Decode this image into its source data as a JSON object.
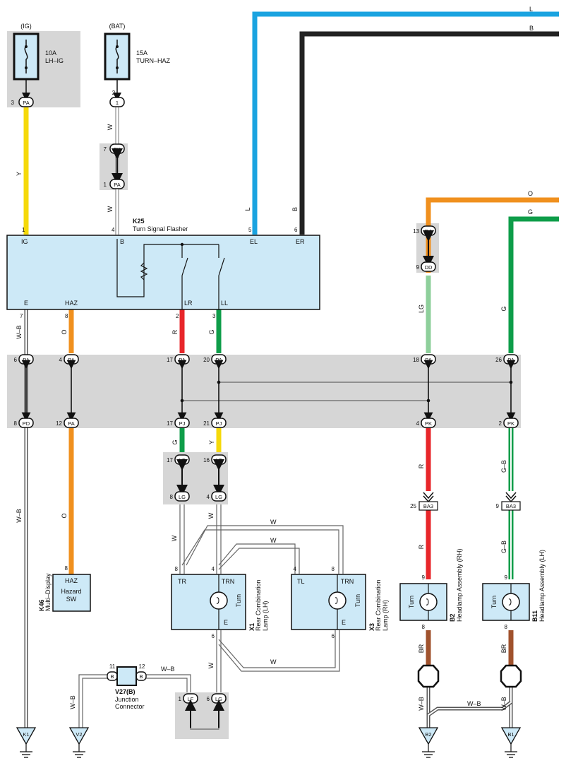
{
  "fuses": [
    {
      "id": "ig",
      "circuit": "(IG)",
      "rating": "10A",
      "name": "LH–IG",
      "pin": "3",
      "conn": "PA"
    },
    {
      "id": "bat",
      "circuit": "(BAT)",
      "rating": "15A",
      "name": "TURN–HAZ",
      "pin": "2",
      "conn": "1"
    }
  ],
  "junction_pk_pa": {
    "top_pin": "7",
    "top": "PK",
    "bot_pin": "1",
    "bot": "PA"
  },
  "flasher": {
    "code": "K25",
    "name": "Turn Signal Flasher",
    "top_pins": [
      {
        "num": "1",
        "term": "IG"
      },
      {
        "num": "4",
        "term": "B"
      },
      {
        "num": "5",
        "term": "EL"
      },
      {
        "num": "6",
        "term": "ER"
      }
    ],
    "bot_pins": [
      {
        "num": "7",
        "term": "E"
      },
      {
        "num": "8",
        "term": "HAZ"
      },
      {
        "num": "2",
        "term": "LR"
      },
      {
        "num": "3",
        "term": "LL"
      }
    ]
  },
  "wire_colors": {
    "y": "Y",
    "w": "W",
    "l": "L",
    "b": "B",
    "o": "O",
    "g": "G",
    "r": "R",
    "lg": "LG",
    "wb": "W–B",
    "br": "BR",
    "gb": "G–B"
  },
  "right_wires": {
    "l": "L",
    "b": "B",
    "o": "O",
    "g": "G"
  },
  "junction_da_dd": {
    "top_pin": "13",
    "top": "DA",
    "bot_pin": "9",
    "bot": "DD"
  },
  "band_top": [
    {
      "pin": "6",
      "conn": "PA"
    },
    {
      "pin": "4",
      "conn": "PA"
    },
    {
      "pin": "17",
      "conn": "PA"
    },
    {
      "pin": "20",
      "conn": "PA"
    },
    {
      "pin": "18",
      "conn": "PA"
    },
    {
      "pin": "26",
      "conn": "PA"
    }
  ],
  "band_bot": [
    {
      "pin": "8",
      "conn": "PD"
    },
    {
      "pin": "12",
      "conn": "PA"
    },
    {
      "pin": "17",
      "conn": "PJ"
    },
    {
      "pin": "21",
      "conn": "PJ"
    },
    {
      "pin": "4",
      "conn": "PK"
    },
    {
      "pin": "2",
      "conn": "PK"
    }
  ],
  "lc_lg": {
    "a_top_pin": "17",
    "a_top": "LC",
    "b_top_pin": "16",
    "b_top": "LC",
    "a_bot_pin": "8",
    "a_bot": "LG",
    "b_bot_pin": "4",
    "b_bot": "LG"
  },
  "ba3": {
    "left_pin": "25",
    "right_pin": "9",
    "conn": "BA3"
  },
  "multi_display": {
    "code": "K46",
    "name": "Multi–Display",
    "pin": "8",
    "term": "HAZ",
    "label1": "Hazard",
    "label2": "SW"
  },
  "rear_lh": {
    "code": "X1",
    "name1": "Rear Combination",
    "name2": "Lamp (LH)",
    "tr": "TR",
    "trn": "TRN",
    "turn": "Turn",
    "e": "E",
    "pin_tr": "8",
    "pin_trn": "4",
    "pin_e": "6"
  },
  "rear_rh": {
    "code": "X3",
    "name1": "Rear Combination",
    "name2": "Lamp (RH)",
    "tl": "TL",
    "trn": "TRN",
    "turn": "Turn",
    "e": "E",
    "pin_tl": "4",
    "pin_trn": "8",
    "pin_e": "6"
  },
  "headlamp_rh": {
    "code": "B2",
    "name": "Headlamp Assembly (RH)",
    "turn": "Turn",
    "pin_top": "9",
    "pin_bot": "8"
  },
  "headlamp_lh": {
    "code": "B11",
    "name": "Headlamp Assembly (LH)",
    "turn": "Turn",
    "pin_top": "9",
    "pin_bot": "8"
  },
  "junction_connector": {
    "code": "V27(B)",
    "name1": "Junction",
    "name2": "Connector",
    "left_pin": "11",
    "right_pin": "12",
    "conn": "B"
  },
  "lf_lg": {
    "a_pin": "1",
    "a": "LF",
    "b_pin": "6",
    "b": "LG"
  },
  "grounds": [
    "K1",
    "V2",
    "B2",
    "B1"
  ],
  "colors": {
    "yellow": "#f5d90a",
    "white": "#ffffff",
    "blue": "#1aa3e0",
    "black": "#222222",
    "orange": "#f0901e",
    "green": "#0e9d49",
    "lightgreen": "#8ecf9b",
    "red": "#e8262a",
    "brown": "#a0522d",
    "component_fill": "#cde9f7",
    "shade": "#d6d6d6"
  }
}
